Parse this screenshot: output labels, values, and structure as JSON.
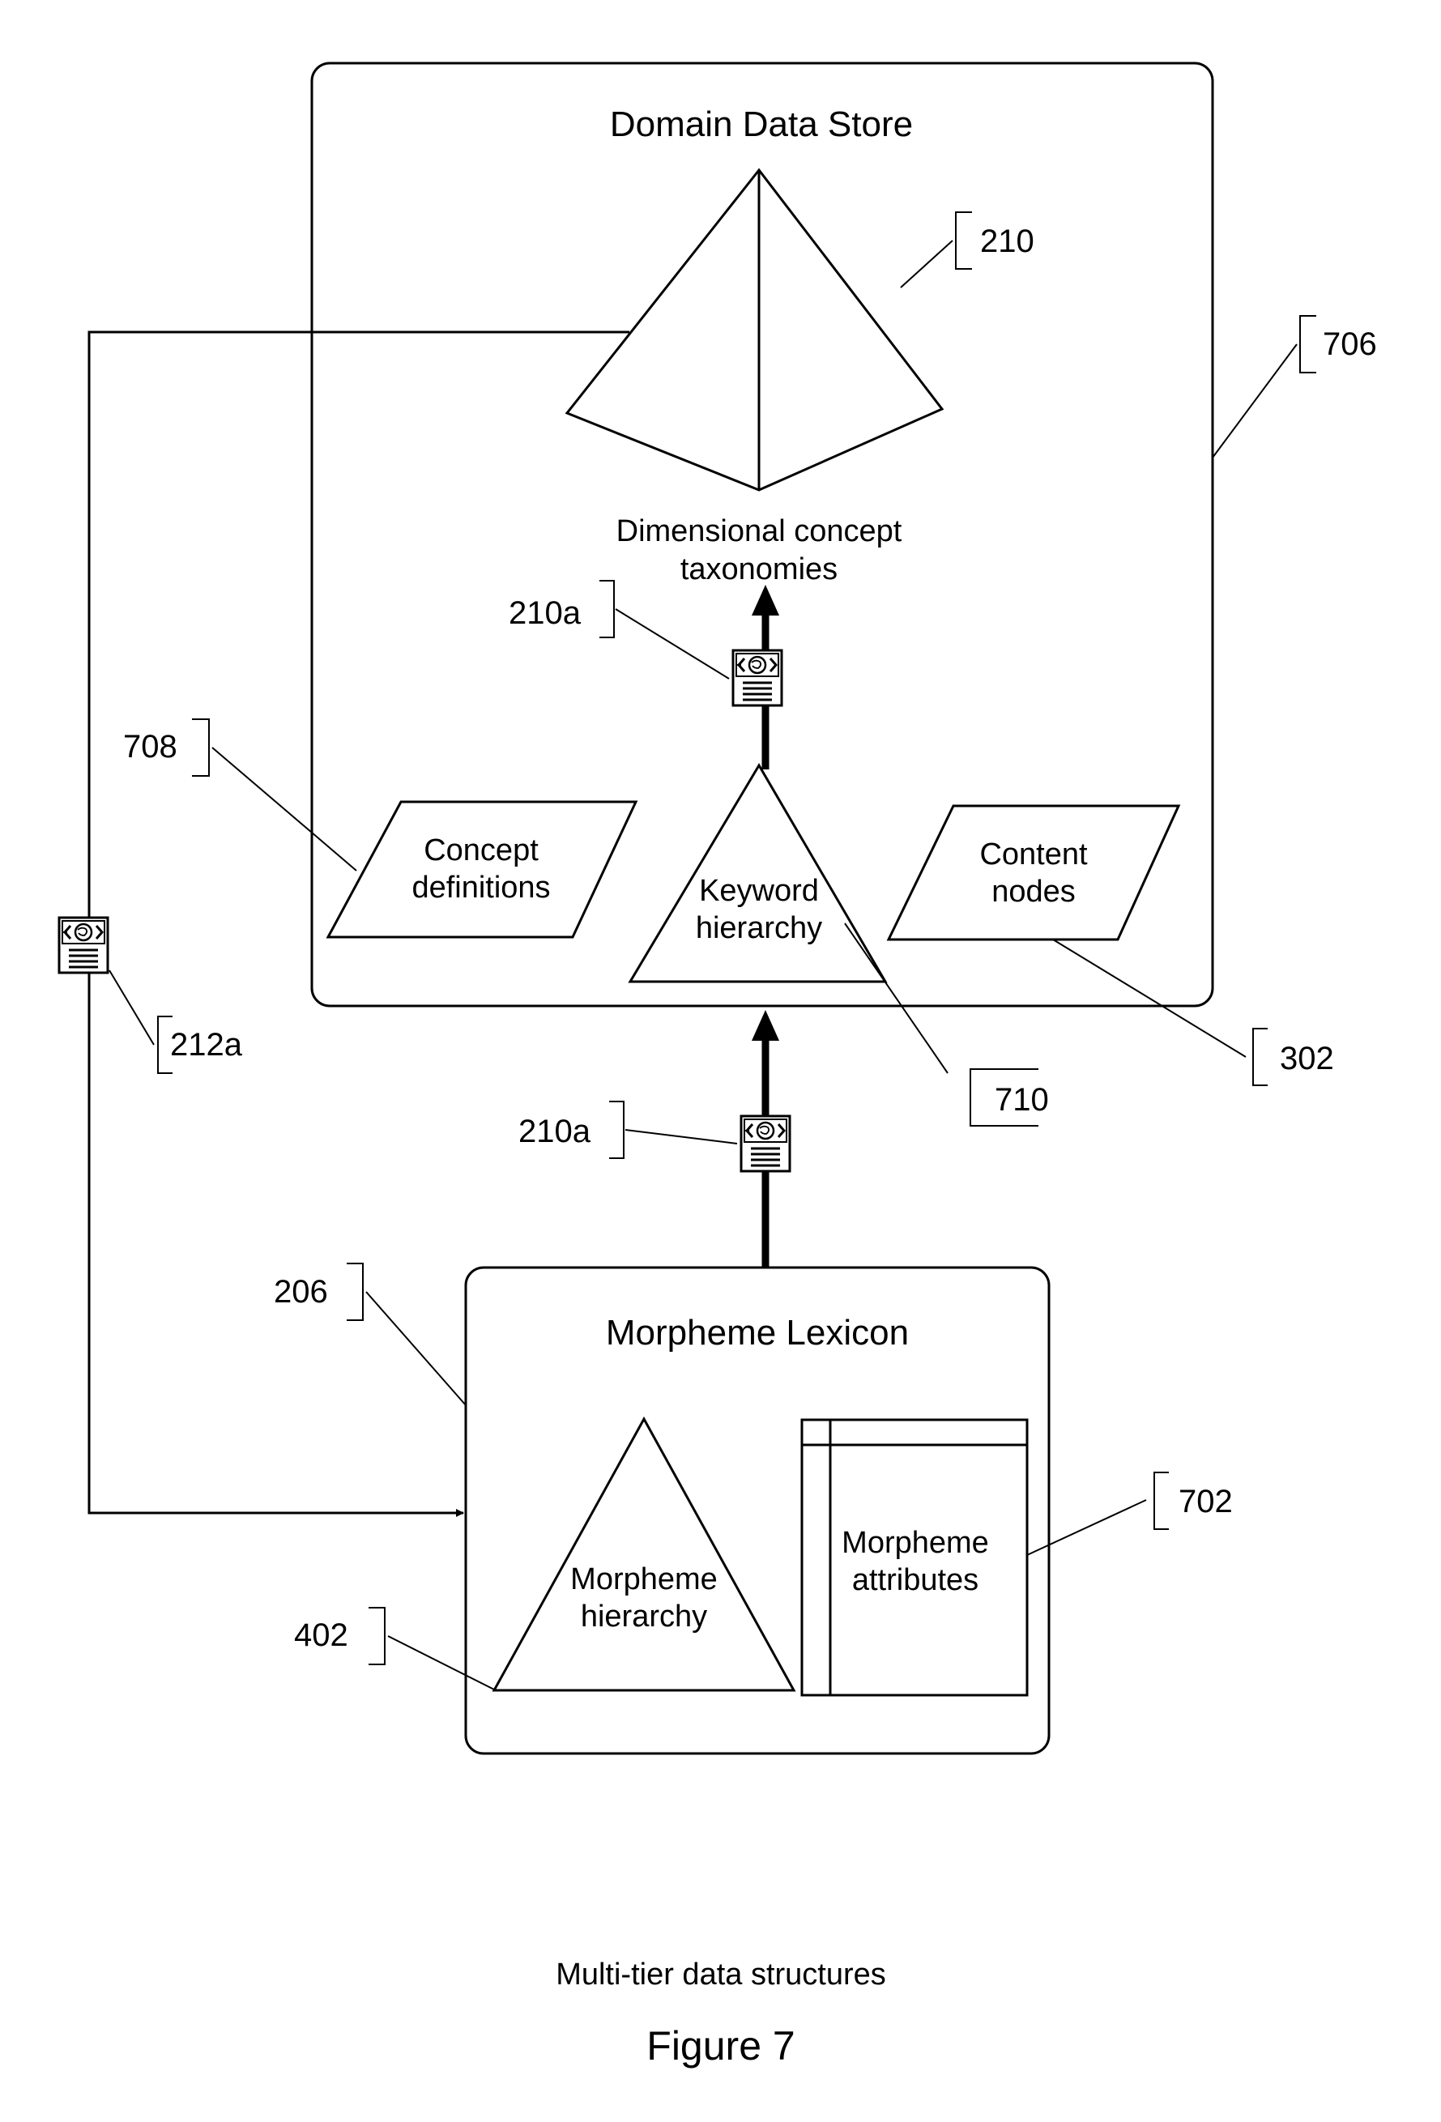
{
  "domain_store": {
    "title": "Domain Data Store"
  },
  "taxonomy": {
    "line1": "Dimensional concept",
    "line2": "taxonomies"
  },
  "concept_defs": {
    "line1": "Concept",
    "line2": "definitions"
  },
  "keyword_hierarchy": {
    "line1": "Keyword",
    "line2": "hierarchy"
  },
  "content_nodes": {
    "line1": "Content",
    "line2": "nodes"
  },
  "lexicon": {
    "title": "Morpheme Lexicon"
  },
  "morpheme_hierarchy": {
    "line1": "Morpheme",
    "line2": "hierarchy"
  },
  "morpheme_attributes": {
    "line1": "Morpheme",
    "line2": "attributes"
  },
  "refs": {
    "r210": "210",
    "r706": "706",
    "r210a_top": "210a",
    "r708": "708",
    "r212a": "212a",
    "r302": "302",
    "r710": "710",
    "r210a_mid": "210a",
    "r206": "206",
    "r702": "702",
    "r402": "402"
  },
  "caption": {
    "subtitle": "Multi-tier data structures",
    "figure": "Figure 7"
  }
}
